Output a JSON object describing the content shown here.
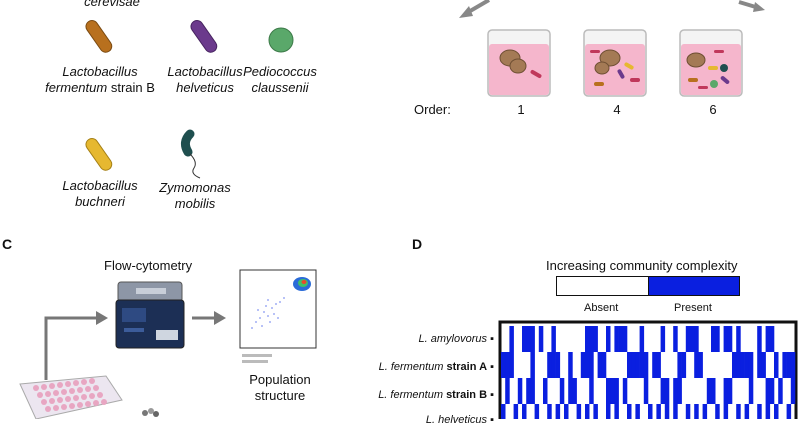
{
  "panel_a": {
    "cut_label": "cerevisae",
    "organisms": [
      {
        "line1": "Lactobacillus",
        "line2": "fermentum",
        "line2_suffix": "strain B",
        "color": "#b8701e"
      },
      {
        "line1": "Lactobacillus",
        "line2": "helveticus",
        "line2_suffix": "",
        "color": "#6b3a8c"
      },
      {
        "line1": "Pediococcus",
        "line2": "claussenii",
        "line2_suffix": "",
        "color": "#5aa86a"
      },
      {
        "line1": "Lactobacillus",
        "line2": "buchneri",
        "line2_suffix": "",
        "color": "#e6b830"
      },
      {
        "line1": "Zymomonas",
        "line2": "mobilis",
        "line2_suffix": "",
        "color": "#1f4f4f"
      }
    ]
  },
  "panel_b": {
    "order_label": "Order:",
    "orders": [
      "1",
      "4",
      "6"
    ]
  },
  "panel_c": {
    "letter": "C",
    "flow_label": "Flow-cytometry",
    "population_line1": "Population",
    "population_line2": "structure"
  },
  "panel_d": {
    "letter": "D",
    "complexity_title": "Increasing community complexity",
    "legend_absent": "Absent",
    "legend_present": "Present",
    "present_color": "#0a1fe0",
    "rows": [
      {
        "species": "L. amylovorus",
        "strain": ""
      },
      {
        "species": "L. fermentum",
        "strain": "strain A"
      },
      {
        "species": "L. fermentum",
        "strain": "strain B"
      },
      {
        "species": "L. helveticus",
        "strain": ""
      }
    ]
  }
}
